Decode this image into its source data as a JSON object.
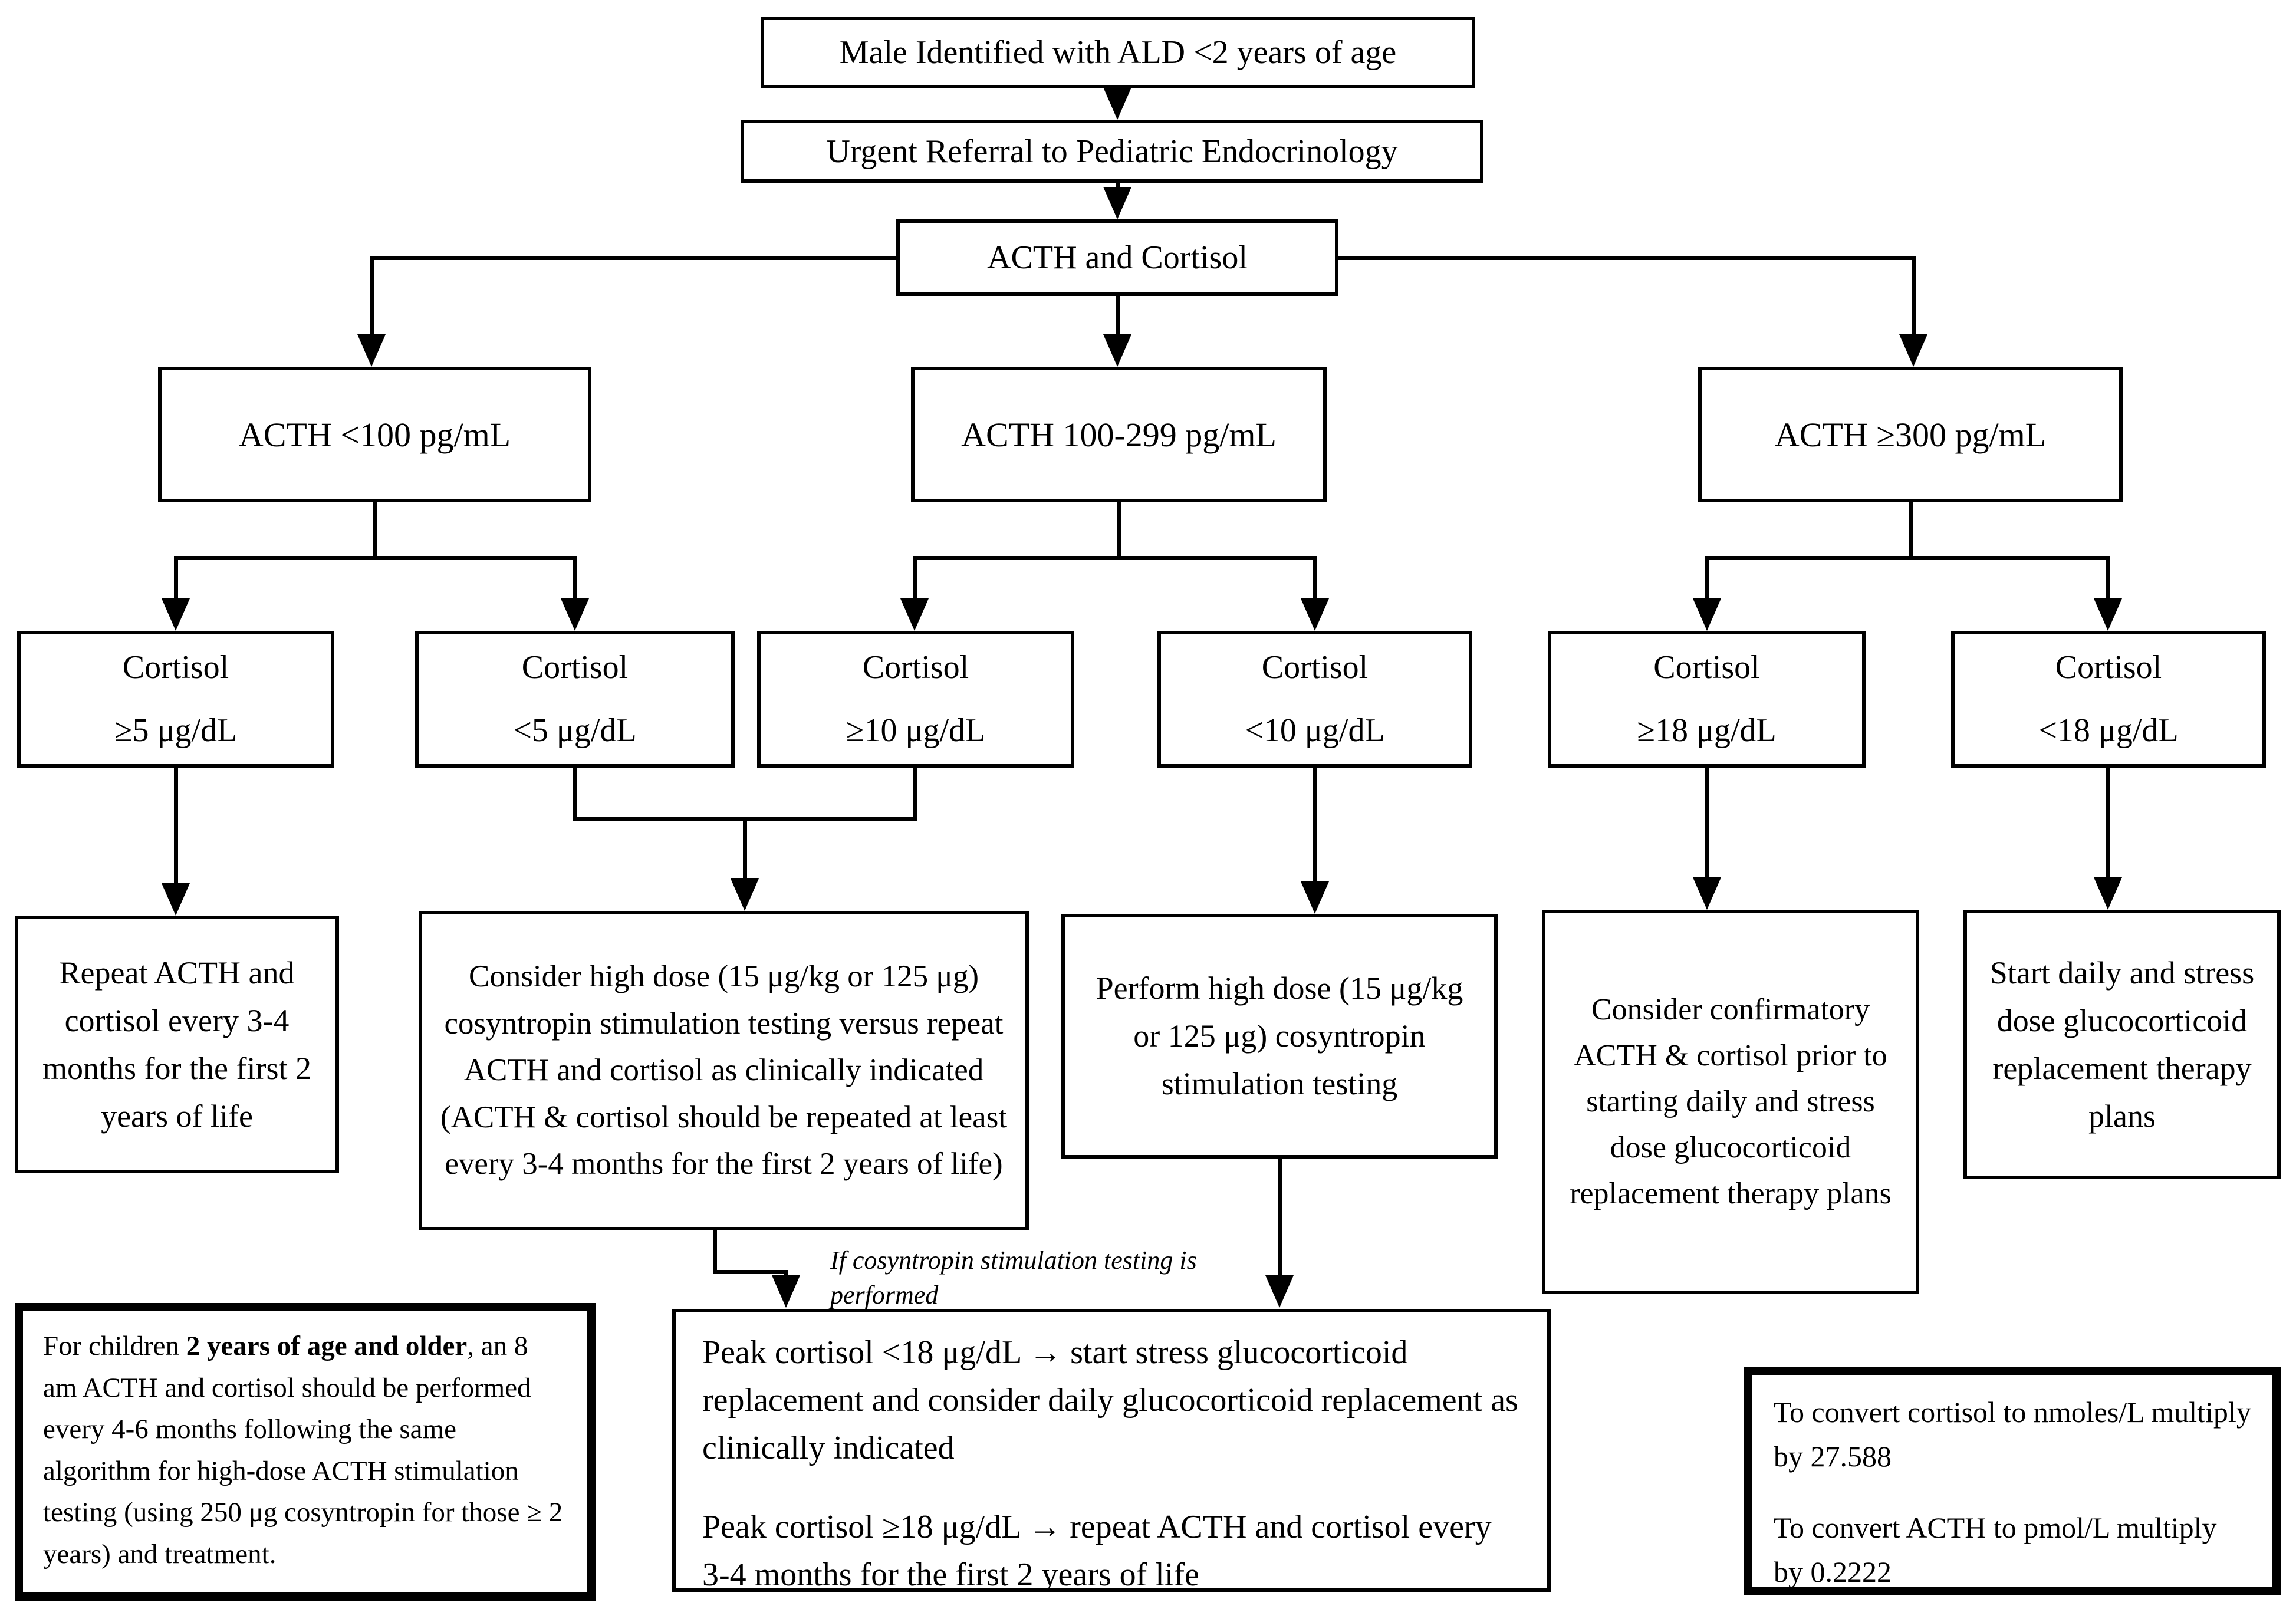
{
  "flowchart": {
    "start": "Male Identified with ALD <2 years of age",
    "referral": "Urgent Referral to Pediatric Endocrinology",
    "test": "ACTH and Cortisol",
    "acth_branches": [
      {
        "label": "ACTH <100 pg/mL"
      },
      {
        "label": "ACTH 100-299 pg/mL"
      },
      {
        "label": "ACTH ≥300 pg/mL"
      }
    ],
    "cortisol_nodes": [
      {
        "line1": "Cortisol",
        "line2": "≥5 μg/dL"
      },
      {
        "line1": "Cortisol",
        "line2": "<5 μg/dL"
      },
      {
        "line1": "Cortisol",
        "line2": "≥10 μg/dL"
      },
      {
        "line1": "Cortisol",
        "line2": "<10 μg/dL"
      },
      {
        "line1": "Cortisol",
        "line2": "≥18 μg/dL"
      },
      {
        "line1": "Cortisol",
        "line2": "<18 μg/dL"
      }
    ],
    "outcomes": {
      "repeat": "Repeat ACTH and cortisol every 3-4 months for the first 2 years of life",
      "consider_high_dose": "Consider high dose (15 μg/kg or 125 μg) cosyntropin stimulation testing versus repeat ACTH and cortisol as clinically indicated (ACTH & cortisol should be repeated at least every 3-4 months for the first 2 years of life)",
      "perform_high_dose": "Perform high dose (15 μg/kg or 125 μg) cosyntropin stimulation testing",
      "consider_confirmatory": "Consider confirmatory ACTH & cortisol prior to starting daily and stress dose glucocorticoid replacement therapy plans",
      "start_daily": "Start daily and stress dose glucocorticoid replacement therapy plans"
    },
    "annotation": "If cosyntropin stimulation testing is performed",
    "peak_box": {
      "para1": "Peak cortisol <18 μg/dL → start stress glucocorticoid replacement and consider daily glucocorticoid replacement as clinically indicated",
      "para2": "Peak cortisol ≥18 μg/dL → repeat ACTH and cortisol every 3-4 months for the first 2 years of life"
    },
    "note_box": {
      "prefix": "For children ",
      "bold": "2 years of age and older",
      "suffix": ", an 8 am ACTH and cortisol should be performed every 4-6 months following the same algorithm for high-dose ACTH stimulation testing (using 250 μg cosyntropin for those ≥ 2 years) and treatment."
    },
    "conversion_box": {
      "para1": "To convert cortisol to nmoles/L multiply by 27.588",
      "para2": "To convert ACTH to pmol/L multiply by 0.2222"
    }
  }
}
